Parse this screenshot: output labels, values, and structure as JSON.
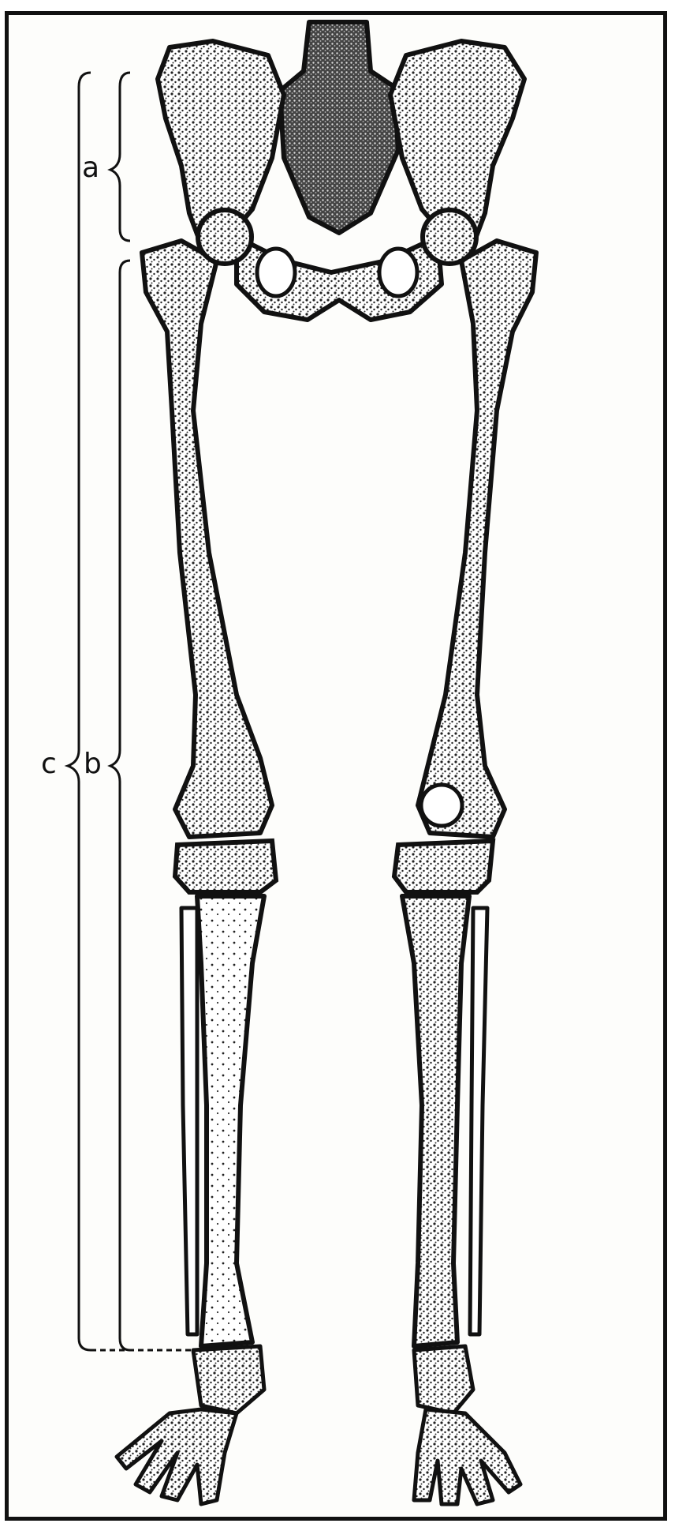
{
  "labels": {
    "a": "a",
    "b": "b",
    "c": "c"
  },
  "colors": {
    "ink": "#111111",
    "bone_fill": "#ffffff",
    "paper": "#fdfdfb"
  }
}
